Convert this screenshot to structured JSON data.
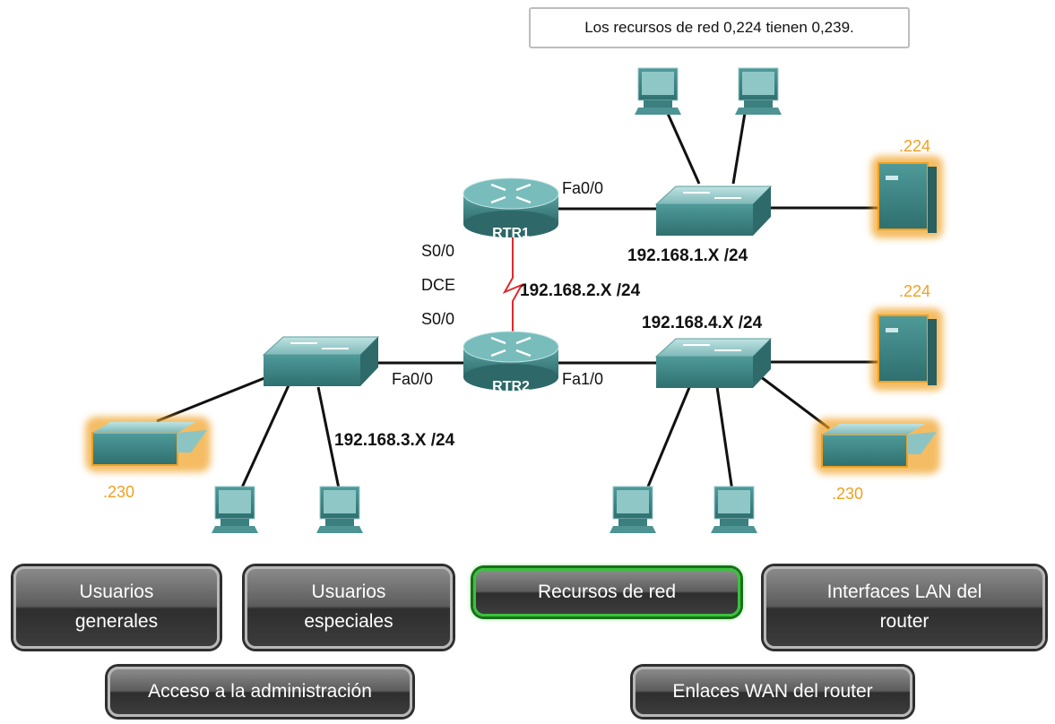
{
  "tooltip": "Los recursos de red 0,224 tienen 0,239.",
  "routers": {
    "rtr1": "RTR1",
    "rtr2": "RTR2"
  },
  "interfaces": {
    "rtr1_fa": "Fa0/0",
    "s0_top": "S0/0",
    "dce": "DCE",
    "s0_bottom": "S0/0",
    "rtr2_fa_left": "Fa0/0",
    "rtr2_fa_right": "Fa1/0"
  },
  "networks": {
    "net1": "192.168.1.X /24",
    "net2": "192.168.2.X /24",
    "net4": "192.168.4.X /24",
    "net3": "192.168.3.X /24"
  },
  "hosts": {
    "server_top": ".224",
    "server_bottom": ".224",
    "printer_left": ".230",
    "printer_right": ".230"
  },
  "buttons": {
    "general_users": [
      "Usuarios",
      "generales"
    ],
    "special_users": [
      "Usuarios",
      "especiales"
    ],
    "network_resources": "Recursos de red",
    "router_lan": [
      "Interfaces LAN del",
      "router"
    ],
    "admin_access": "Acceso a la administración",
    "router_wan": "Enlaces WAN del router"
  },
  "colors": {
    "device": "#3f8f8f",
    "highlight": "#f0a020",
    "serial_link": "#e02a2a",
    "active_border": "#39c23c"
  }
}
